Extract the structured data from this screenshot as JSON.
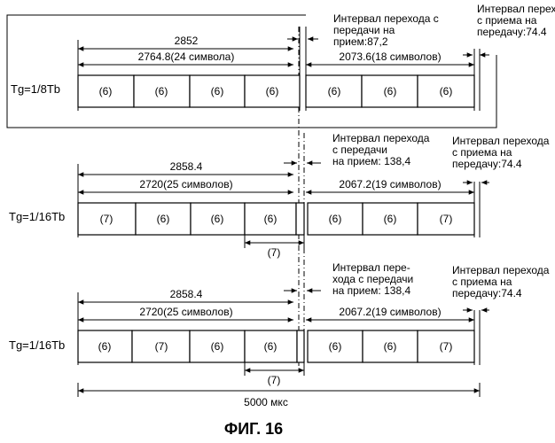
{
  "figure_label": "ФИГ. 16",
  "total_label": "5000 мкс",
  "sections": [
    {
      "tg_label": "Tg=1/8Tb",
      "top_total": "2852",
      "down_label": "2764.8(24 символа)",
      "up_label": "2073.6(18 символов)",
      "tx_rx_note": [
        "Интервал перехода с",
        "передачи на",
        "прием:87,2"
      ],
      "rx_tx_note": [
        "Интервал перехода",
        "с приема на",
        "передачу:74.4"
      ],
      "down_cells": [
        "(6)",
        "(6)",
        "(6)",
        "(6)"
      ],
      "up_cells": [
        "(6)",
        "(6)",
        "(6)"
      ]
    },
    {
      "tg_label": "Tg=1/16Tb",
      "top_total": "2858.4",
      "down_label": "2720(25 символов)",
      "up_label": "2067.2(19 символов)",
      "tx_rx_note": [
        "Интервал перехода",
        "с передачи",
        "на прием: 138,4"
      ],
      "rx_tx_note": [
        "Интервал перехода",
        "с приема на",
        "передачу:74.4"
      ],
      "down_cells": [
        "(7)",
        "(6)",
        "(6)",
        "(6)"
      ],
      "up_cells": [
        "(6)",
        "(6)",
        "(7)"
      ],
      "extra_label": "(7)"
    },
    {
      "tg_label": "Tg=1/16Tb",
      "top_total": "2858.4",
      "down_label": "2720(25 символов)",
      "up_label": "2067.2(19 символов)",
      "tx_rx_note": [
        "Интервал пере-",
        "хода с передачи",
        "на прием: 138,4"
      ],
      "rx_tx_note": [
        "Интервал перехода",
        "с приема на",
        "передачу:74.4"
      ],
      "down_cells": [
        "(6)",
        "(7)",
        "(6)",
        "(6)"
      ],
      "up_cells": [
        "(6)",
        "(6)",
        "(7)"
      ],
      "extra_label": "(7)"
    }
  ]
}
